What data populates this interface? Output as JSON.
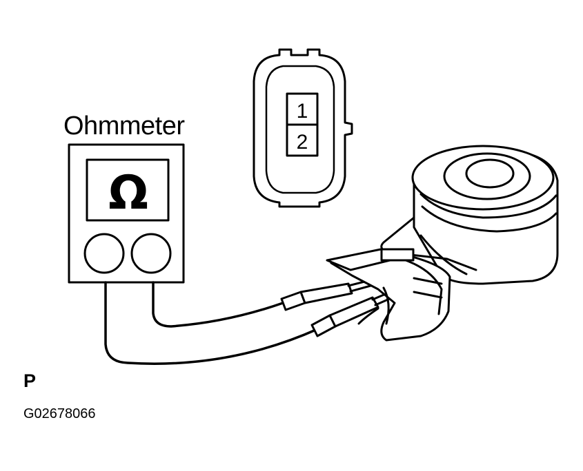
{
  "figure": {
    "meter_label": "Ohmmeter",
    "meter_symbol": "Ω",
    "terminals": [
      "1",
      "2"
    ],
    "reference_letter": "P",
    "figure_code": "G02678066"
  },
  "colors": {
    "ink": "#000000",
    "paper": "#ffffff"
  }
}
